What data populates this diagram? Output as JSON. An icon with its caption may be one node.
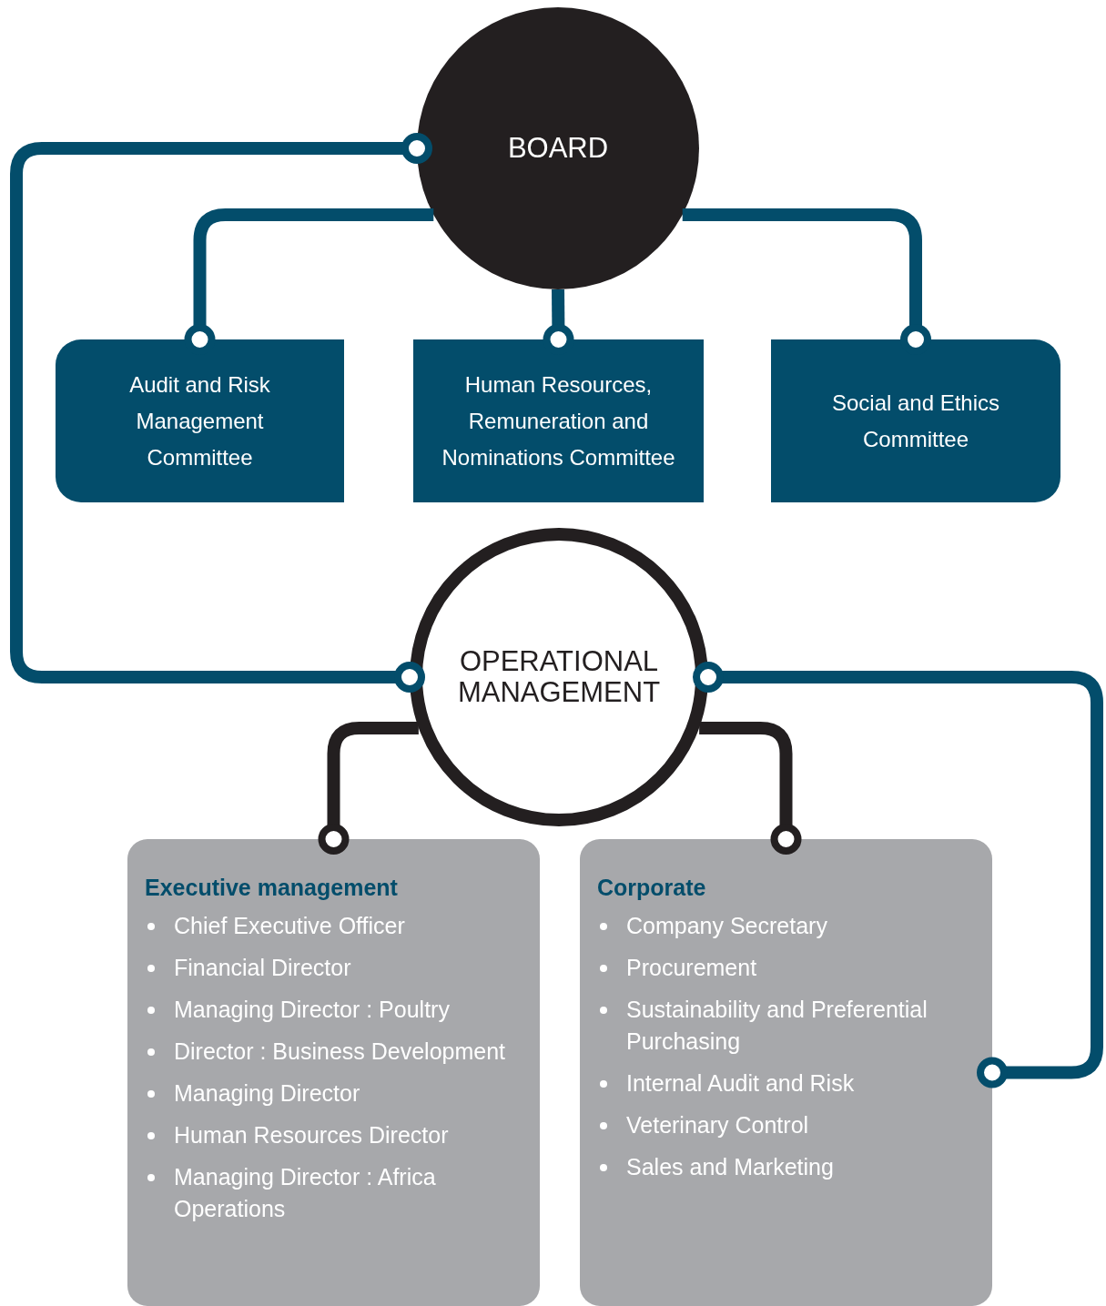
{
  "diagram": {
    "nodes": [
      {
        "text": [
          "BOARD"
        ]
      },
      {
        "text": [
          "Audit and Risk Management Committee"
        ]
      },
      {
        "text": [
          "Human Resources, Remuneration and Nominations Committee"
        ]
      },
      {
        "text": [
          "Social and Ethics Committee"
        ]
      },
      {
        "text": [
          "OPERATIONAL MANAGEMENT"
        ]
      },
      {
        "text": [
          "Executive management",
          "Chief Executive Officer",
          "Financial Director",
          "Managing Director : Poultry",
          "Director : Business Development",
          "Managing Director",
          "Human Resources Director",
          "Managing Director : Africa Operations"
        ]
      },
      {
        "text": [
          "Corporate",
          "Company Secretary",
          "Procurement",
          "Sustainability and Preferential Purchasing",
          "Internal Audit and Risk",
          "Veterinary Control",
          "Sales and Marketing"
        ]
      }
    ],
    "edges": [
      {
        "from": 0,
        "to": 1,
        "arrow": "other"
      },
      {
        "from": 0,
        "to": 2,
        "arrow": "other"
      },
      {
        "from": 0,
        "to": 3,
        "arrow": "other"
      },
      {
        "from": 0,
        "to": 4,
        "arrow": "other"
      },
      {
        "from": 4,
        "to": 5,
        "arrow": "other",
        "color": "#231f20"
      },
      {
        "from": 4,
        "to": 6,
        "arrow": "other",
        "color": "#231f20"
      },
      {
        "from": 4,
        "to": 6,
        "arrow": "other"
      }
    ]
  }
}
